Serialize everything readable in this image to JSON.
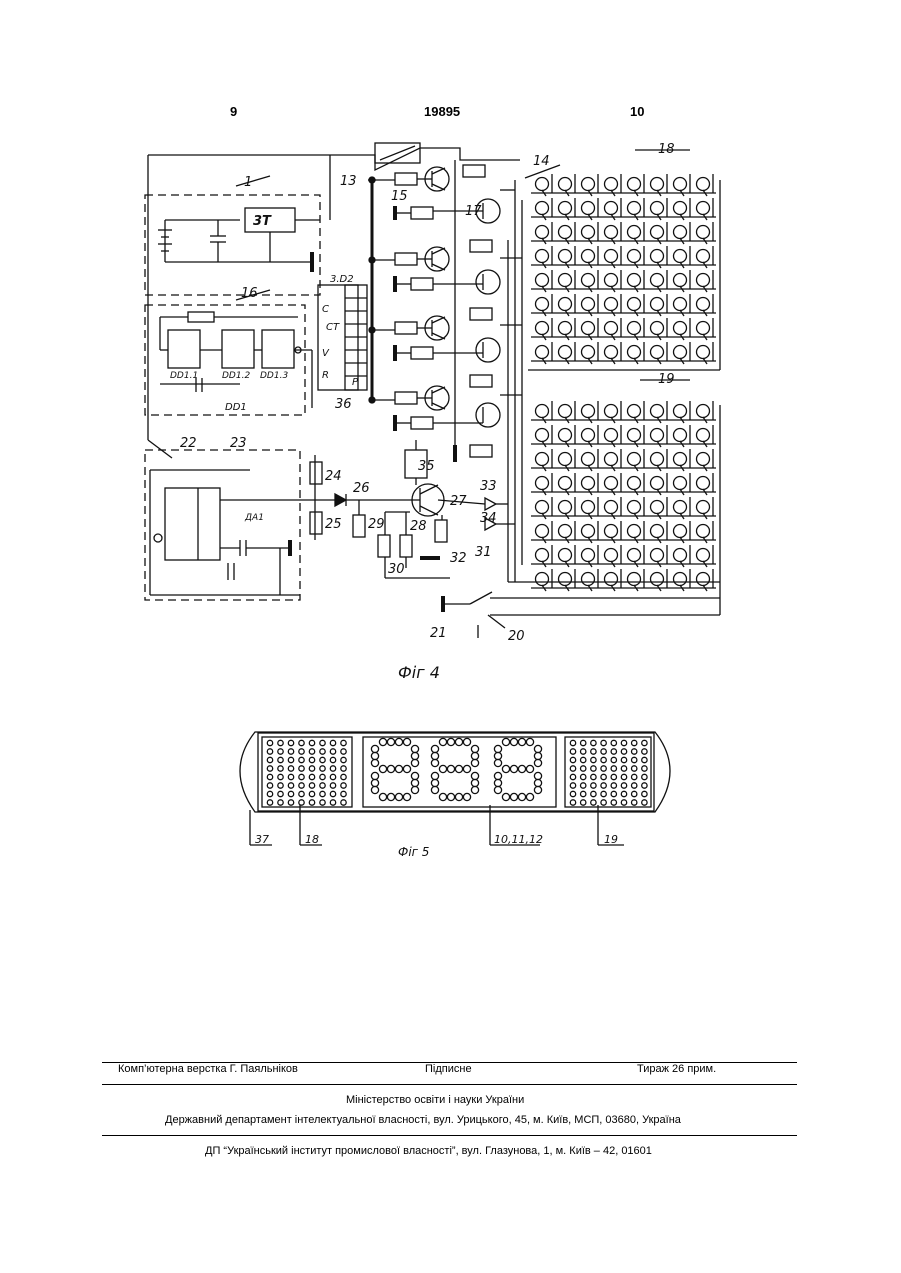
{
  "header": {
    "page_left": "9",
    "patent_number": "19895",
    "page_right": "10"
  },
  "figures": {
    "fig4": {
      "caption": "Фіг 4",
      "labels": {
        "l1": "1",
        "l13": "13",
        "l14": "14",
        "l15": "15",
        "l16": "16",
        "l17": "17",
        "l18": "18",
        "l19": "19",
        "l20": "20",
        "l21": "21",
        "l22": "22",
        "l23": "23",
        "l24": "24",
        "l25": "25",
        "l26": "26",
        "l27": "27",
        "l28": "28",
        "l29": "29",
        "l30": "30",
        "l31": "31",
        "l32": "32",
        "l33": "33",
        "l34": "34",
        "l35": "35",
        "l36": "36",
        "l3t": "3Т",
        "ldd2": "3.D2",
        "ldd1": "DD1",
        "ldd11": "DD1.1",
        "ldd12": "DD1.2",
        "ldd13": "DD1.3",
        "lda": "ДА1",
        "lct": "CT",
        "lc": "C",
        "lv": "V",
        "lr": "R",
        "lp": "P"
      }
    },
    "fig5": {
      "caption": "Фіг 5",
      "labels": {
        "l37": "37",
        "l18": "18",
        "l10": "10,11,12",
        "l19": "19"
      }
    }
  },
  "footer": {
    "typesetting": "Комп’ютерна верстка Г. Паяльніков",
    "signed": "Підписне",
    "circulation": "Тираж 26 прим.",
    "ministry": "Міністерство освіти і науки України",
    "department": "Державний департамент інтелектуальної власності, вул. Урицького, 45, м. Київ, МСП, 03680, Україна",
    "institute": "ДП “Український інститут промислової власності”, вул. Глазунова, 1, м. Київ – 42, 01601"
  }
}
